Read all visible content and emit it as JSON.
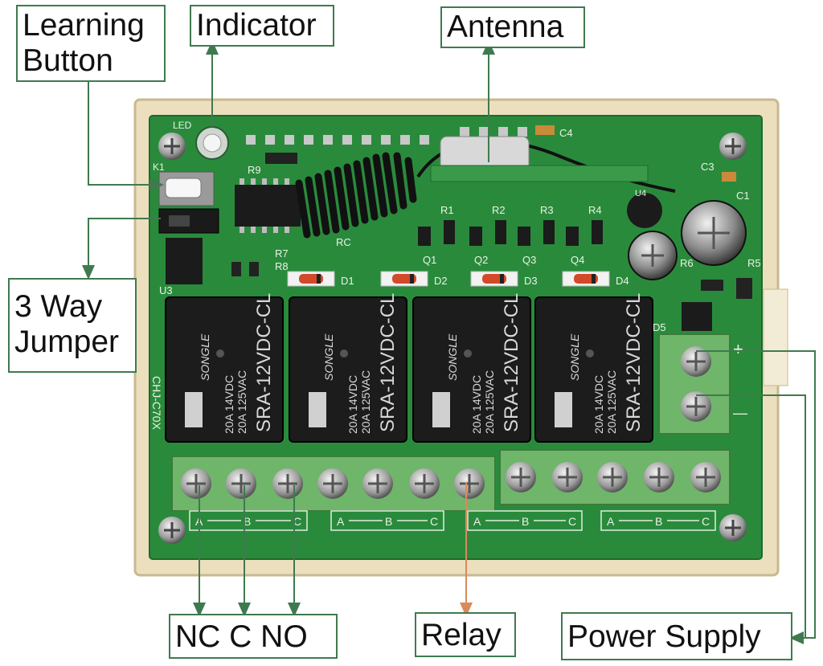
{
  "callouts": {
    "learning_button": [
      "Learning",
      "Button"
    ],
    "indicator": "Indicator",
    "antenna": "Antenna",
    "jumper": [
      "3 Way",
      "Jumper"
    ],
    "nc_c_no": "NC C NO",
    "relay": "Relay",
    "power_supply": "Power Supply"
  },
  "board": {
    "led_label": "LED",
    "k1_label": "K1",
    "r9_label": "R9",
    "c4_label": "C4",
    "c3_label": "C3",
    "c1_label": "C1",
    "rc_label": "RC",
    "r7_label": "R7",
    "r8_label": "R8",
    "u3_label": "U3",
    "u4_label": "U4",
    "r5_label": "R5",
    "r6_label": "R6",
    "d5_label": "D5",
    "model_label": "CHJ-C70X",
    "resistors": [
      "R1",
      "R2",
      "R3",
      "R4"
    ],
    "transistors": [
      "Q1",
      "Q2",
      "Q3",
      "Q4"
    ],
    "diodes": [
      "D1",
      "D2",
      "D3",
      "D4"
    ],
    "relay_brand": "SONGLE",
    "relay_model": "SRA-12VDC-CL",
    "relay_rating_1": "20A 14VDC",
    "relay_rating_2": "20A 125VAC",
    "abc_labels": [
      "A",
      "B",
      "C"
    ],
    "plus_label": "+",
    "minus_label": "—"
  },
  "colors": {
    "callout_border": "#3f7a4f",
    "pcb_green": "#2a8a3c",
    "terminal_green": "#6fb56a",
    "relay_body": "#1c1c1c",
    "relay_arrow": "#d98a5a"
  }
}
